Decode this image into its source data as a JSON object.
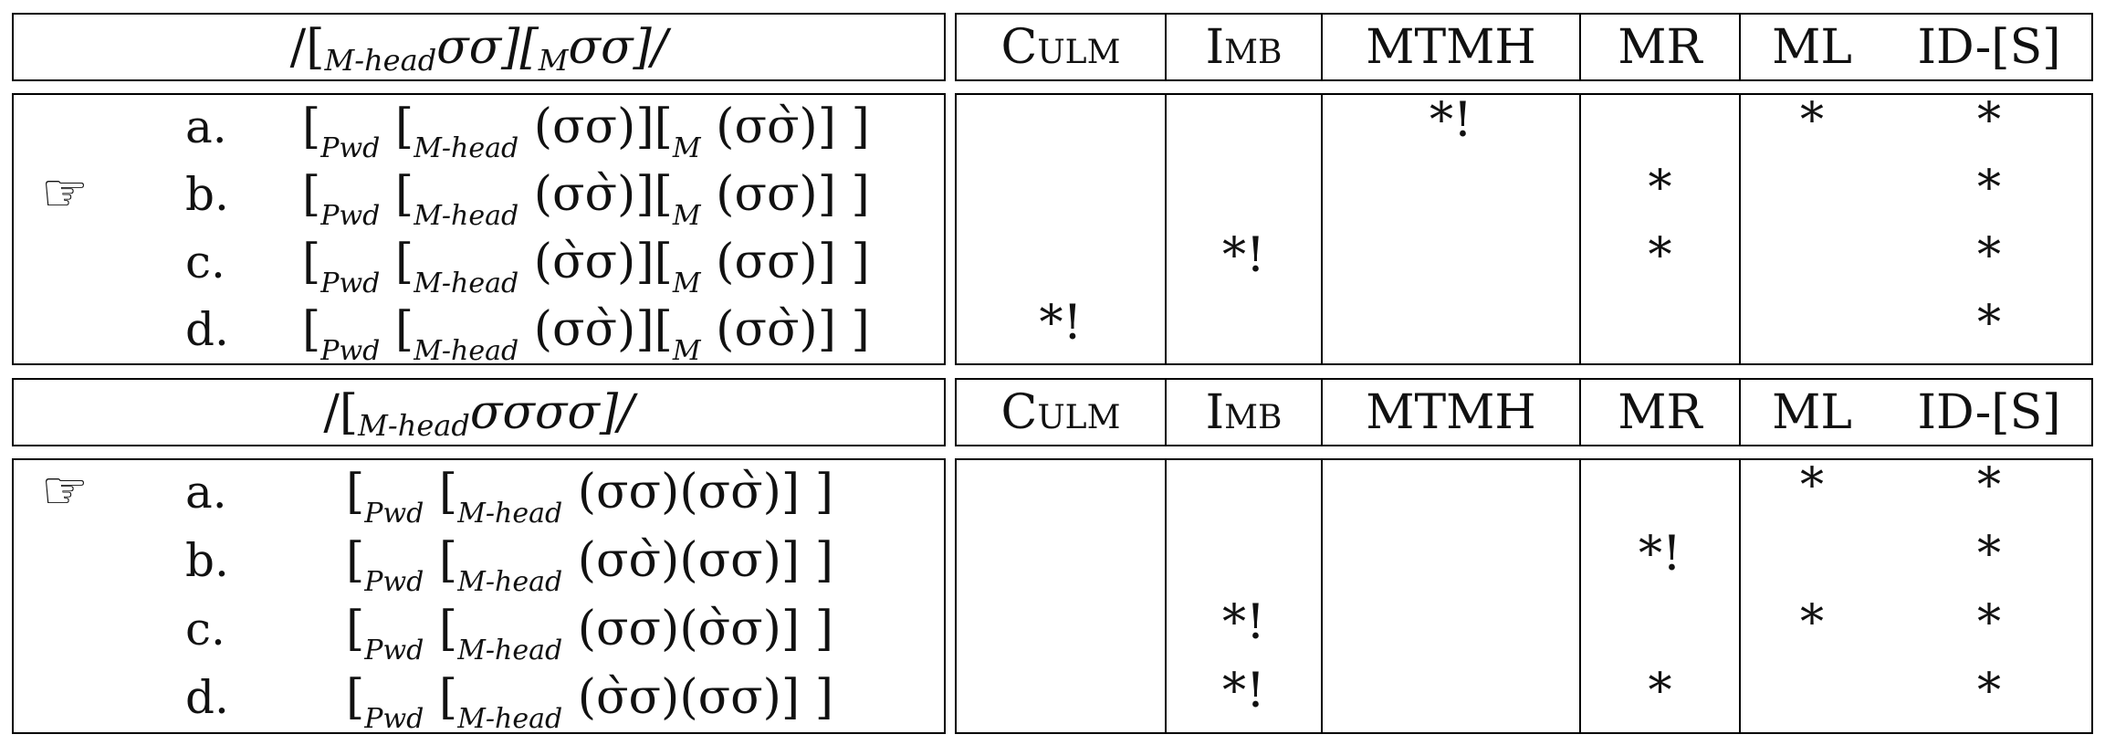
{
  "constraints": [
    "Culm",
    "Imb",
    "MTMH",
    "MR",
    "ML",
    "ID-[S]"
  ],
  "tableau1": {
    "input": {
      "open": "/[",
      "sub": "M-head",
      "mid1": " σσ][",
      "sub2": "M",
      "mid2": " σσ]/"
    },
    "candidates": [
      {
        "label": "a.",
        "winner": false,
        "form": "[Pwd [M-head (σσ)][M (σσ̀)] ]",
        "parts": {
          "p1": "[",
          "s1": "Pwd",
          "p2": " [",
          "s2": "M-head",
          "p3": " (σσ)][",
          "s3": "M",
          "p4": " (σσ̀)] ]"
        },
        "marks": {
          "culm": "",
          "imb": "",
          "mtmh": "*!",
          "mr": "",
          "ml": "*",
          "id": "*"
        }
      },
      {
        "label": "b.",
        "winner": true,
        "form": "[Pwd [M-head (σσ̀)][M (σσ)] ]",
        "parts": {
          "p1": "[",
          "s1": "Pwd",
          "p2": " [",
          "s2": "M-head",
          "p3": " (σσ̀)][",
          "s3": "M",
          "p4": " (σσ)] ]"
        },
        "marks": {
          "culm": "",
          "imb": "",
          "mtmh": "",
          "mr": "*",
          "ml": "",
          "id": "*"
        }
      },
      {
        "label": "c.",
        "winner": false,
        "form": "[Pwd [M-head (σ̀σ)][M (σσ)] ]",
        "parts": {
          "p1": "[",
          "s1": "Pwd",
          "p2": " [",
          "s2": "M-head",
          "p3": " (σ̀σ)][",
          "s3": "M",
          "p4": " (σσ)] ]"
        },
        "marks": {
          "culm": "",
          "imb": "*!",
          "mtmh": "",
          "mr": "*",
          "ml": "",
          "id": "*"
        }
      },
      {
        "label": "d.",
        "winner": false,
        "form": "[Pwd [M-head (σσ̀)][M (σσ̀)] ]",
        "parts": {
          "p1": "[",
          "s1": "Pwd",
          "p2": " [",
          "s2": "M-head",
          "p3": " (σσ̀)][",
          "s3": "M",
          "p4": " (σσ̀)] ]"
        },
        "marks": {
          "culm": "*!",
          "imb": "",
          "mtmh": "",
          "mr": "",
          "ml": "",
          "id": "*"
        }
      }
    ]
  },
  "tableau2": {
    "input": {
      "open": "/[",
      "sub": "M-head",
      "mid1": " σσσσ]/"
    },
    "candidates": [
      {
        "label": "a.",
        "winner": true,
        "parts": {
          "p1": "[",
          "s1": "Pwd",
          "p2": " [",
          "s2": "M-head",
          "p3": " (σσ)(σσ̀)] ]"
        },
        "marks": {
          "culm": "",
          "imb": "",
          "mtmh": "",
          "mr": "",
          "ml": "*",
          "id": "*"
        }
      },
      {
        "label": "b.",
        "winner": false,
        "parts": {
          "p1": "[",
          "s1": "Pwd",
          "p2": " [",
          "s2": "M-head",
          "p3": " (σσ̀)(σσ)] ]"
        },
        "marks": {
          "culm": "",
          "imb": "",
          "mtmh": "",
          "mr": "*!",
          "ml": "",
          "id": "*"
        }
      },
      {
        "label": "c.",
        "winner": false,
        "parts": {
          "p1": "[",
          "s1": "Pwd",
          "p2": " [",
          "s2": "M-head",
          "p3": " (σσ)(σ̀σ)] ]"
        },
        "marks": {
          "culm": "",
          "imb": "*!",
          "mtmh": "",
          "mr": "",
          "ml": "*",
          "id": "*"
        }
      },
      {
        "label": "d.",
        "winner": false,
        "parts": {
          "p1": "[",
          "s1": "Pwd",
          "p2": " [",
          "s2": "M-head",
          "p3": " (σ̀σ)(σσ)] ]"
        },
        "marks": {
          "culm": "",
          "imb": "*!",
          "mtmh": "",
          "mr": "*",
          "ml": "",
          "id": "*"
        }
      }
    ]
  },
  "winner_icon": "pointing-hand-icon",
  "winner_glyph": "☞"
}
